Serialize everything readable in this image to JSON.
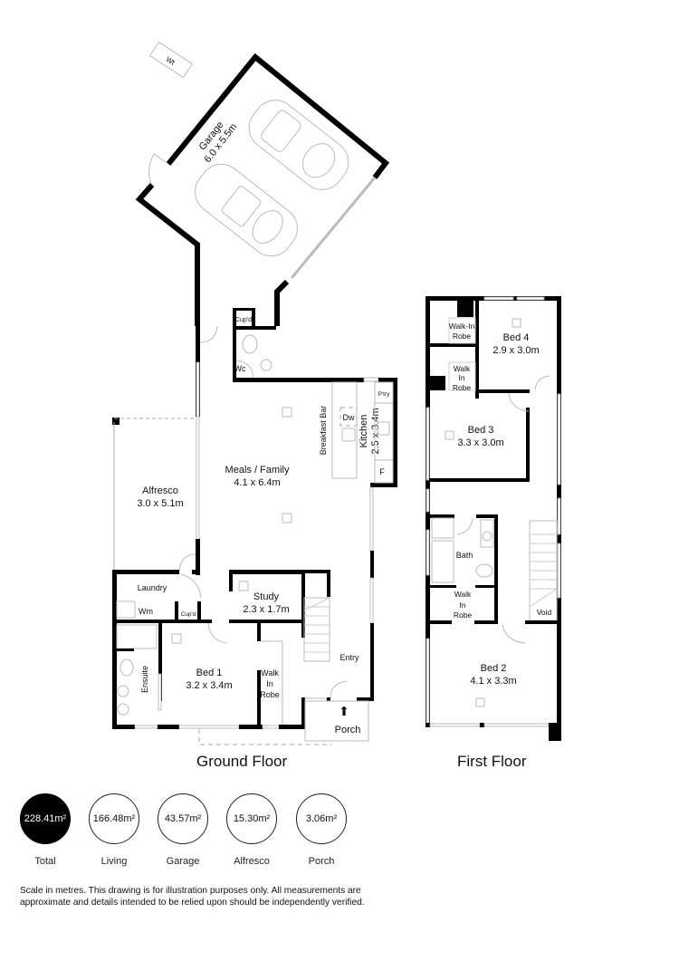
{
  "plan": {
    "ground_floor": {
      "title": "Ground Floor",
      "rooms": {
        "garage": {
          "name": "Garage",
          "dims": "6.0 x 5.5m"
        },
        "water_tank": {
          "name": "Wt"
        },
        "cupboard_wc": {
          "name": "Cup'd"
        },
        "wc": {
          "name": "Wc"
        },
        "meals_family": {
          "name": "Meals / Family",
          "dims": "4.1 x 6.4m"
        },
        "breakfast_bar": {
          "name": "Breakfast Bar"
        },
        "dishwasher": {
          "name": "Dw"
        },
        "kitchen": {
          "name": "Kitchen",
          "dims": "2.5 x 3.4m"
        },
        "pantry": {
          "name": "P'try"
        },
        "fridge": {
          "name": "F"
        },
        "alfresco": {
          "name": "Alfresco",
          "dims": "3.0 x 5.1m"
        },
        "laundry": {
          "name": "Laundry"
        },
        "washing_machine": {
          "name": "Wm"
        },
        "cupboard_laundry": {
          "name": "Cup'd"
        },
        "study": {
          "name": "Study",
          "dims": "2.3 x 1.7m"
        },
        "bed1": {
          "name": "Bed 1",
          "dims": "3.2 x 3.4m"
        },
        "ensuite": {
          "name": "Ensuite"
        },
        "wir1": {
          "line1": "Walk",
          "line2": "In",
          "line3": "Robe"
        },
        "entry": {
          "name": "Entry"
        },
        "porch": {
          "name": "Porch"
        }
      }
    },
    "first_floor": {
      "title": "First Floor",
      "rooms": {
        "bed4": {
          "name": "Bed 4",
          "dims": "2.9 x 3.0m"
        },
        "wir4": {
          "line1": "Walk-In",
          "line2": "Robe"
        },
        "wir3": {
          "line1": "Walk",
          "line2": "In",
          "line3": "Robe"
        },
        "bed3": {
          "name": "Bed 3",
          "dims": "3.3 x 3.0m"
        },
        "bath": {
          "name": "Bath"
        },
        "wir2": {
          "line1": "Walk",
          "line2": "In",
          "line3": "Robe"
        },
        "void": {
          "name": "Void"
        },
        "bed2": {
          "name": "Bed 2",
          "dims": "4.1 x 3.3m"
        }
      }
    }
  },
  "areas": [
    {
      "value": "228.41m²",
      "label": "Total"
    },
    {
      "value": "166.48m²",
      "label": "Living"
    },
    {
      "value": "43.57m²",
      "label": "Garage"
    },
    {
      "value": "15.30m²",
      "label": "Alfresco"
    },
    {
      "value": "3.06m²",
      "label": "Porch"
    }
  ],
  "disclaimer": "Scale in metres. This drawing is for illustration purposes only. All measurements are approximate and details intended to be relied upon should be independently verified."
}
